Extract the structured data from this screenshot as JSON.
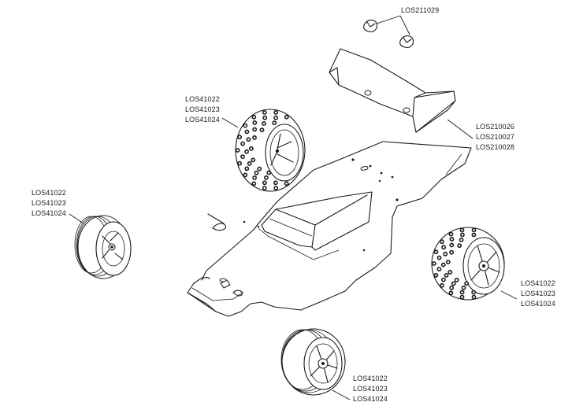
{
  "callouts": {
    "clips": [
      "LOS211029"
    ],
    "wing": [
      "LOS210026",
      "LOS210027",
      "LOS210028"
    ],
    "rear_left_wheel": [
      "LOS41022",
      "LOS41023",
      "LOS41024"
    ],
    "front_left_wheel": [
      "LOS41022",
      "LOS41023",
      "LOS41024"
    ],
    "rear_right_wheel": [
      "LOS41022",
      "LOS41023",
      "LOS41024"
    ],
    "front_right_wheel": [
      "LOS41022",
      "LOS41023",
      "LOS41024"
    ]
  }
}
